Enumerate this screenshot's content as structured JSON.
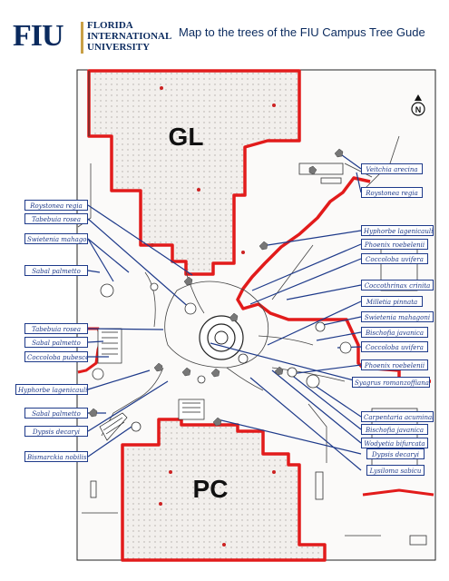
{
  "header": {
    "logo_mark": "FIU",
    "logo_lines": [
      "FLORIDA",
      "INTERNATIONAL",
      "UNIVERSITY"
    ],
    "title": "Map to the trees of the FIU Campus Tree Gude"
  },
  "map": {
    "areas": {
      "north": "GL",
      "south": "PC"
    },
    "compass": "N",
    "colors": {
      "boundary": "#e21b1b",
      "leader_line": "#1e3a8a",
      "paving": "#f2efec",
      "dots": "#bbbbbb",
      "tree_marker": "#cc2222"
    },
    "labels_left": [
      "Roystonea regia",
      "Tabebuia rosea",
      "Swietenia mahagoni",
      "Sabal palmetto",
      "Tabebuia rosea",
      "Sabal palmetto",
      "Coccoloba pubescens",
      "Hyphorbe lagenicaulis",
      "Sabal palmetto",
      "Dypsis decaryi",
      "Bismarckia nobilis"
    ],
    "labels_right": [
      "Veitchia arecina",
      "Roystonea regia",
      "Hyphorbe lagenicaulis",
      "Phoenix roebelenii",
      "Coccoloba uvifera",
      "Coccothrinax crinita",
      "Milletia pinnata",
      "Swietenia mahagoni",
      "Bischofia javanica",
      "Coccoloba uvifera",
      "Phoenix roebelenii",
      "Syagrus romanzoffiana",
      "Carpentaria acuminata",
      "Bischofia javanica",
      "Wodyetia bifurcata",
      "Dypsis decaryi",
      "Lysiloma sabicu"
    ]
  }
}
